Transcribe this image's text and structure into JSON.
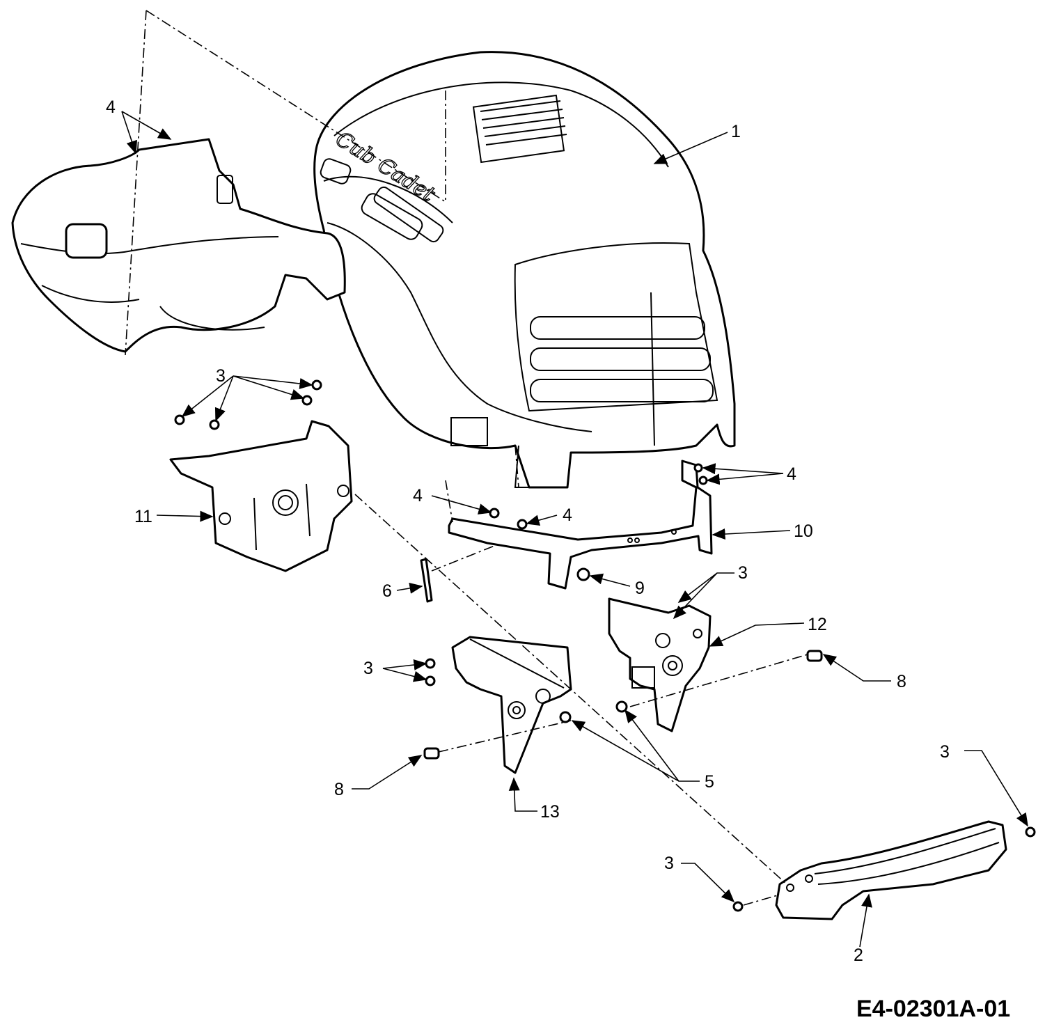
{
  "diagram": {
    "brand_logo_text": "Cub Cadet",
    "drawing_code": "E4-02301A-01",
    "callouts": {
      "c1": "1",
      "c2": "2",
      "c3_top": "3",
      "c3_mid_right": "3",
      "c3_left_bracket": "3",
      "c3_bumper_right": "3",
      "c3_bumper_left": "3",
      "c4_top_left": "4",
      "c4_right": "4",
      "c4_mid_a": "4",
      "c4_mid_b": "4",
      "c5": "5",
      "c6": "6",
      "c8_right": "8",
      "c8_left": "8",
      "c9": "9",
      "c10": "10",
      "c11": "11",
      "c12": "12",
      "c13": "13"
    }
  }
}
